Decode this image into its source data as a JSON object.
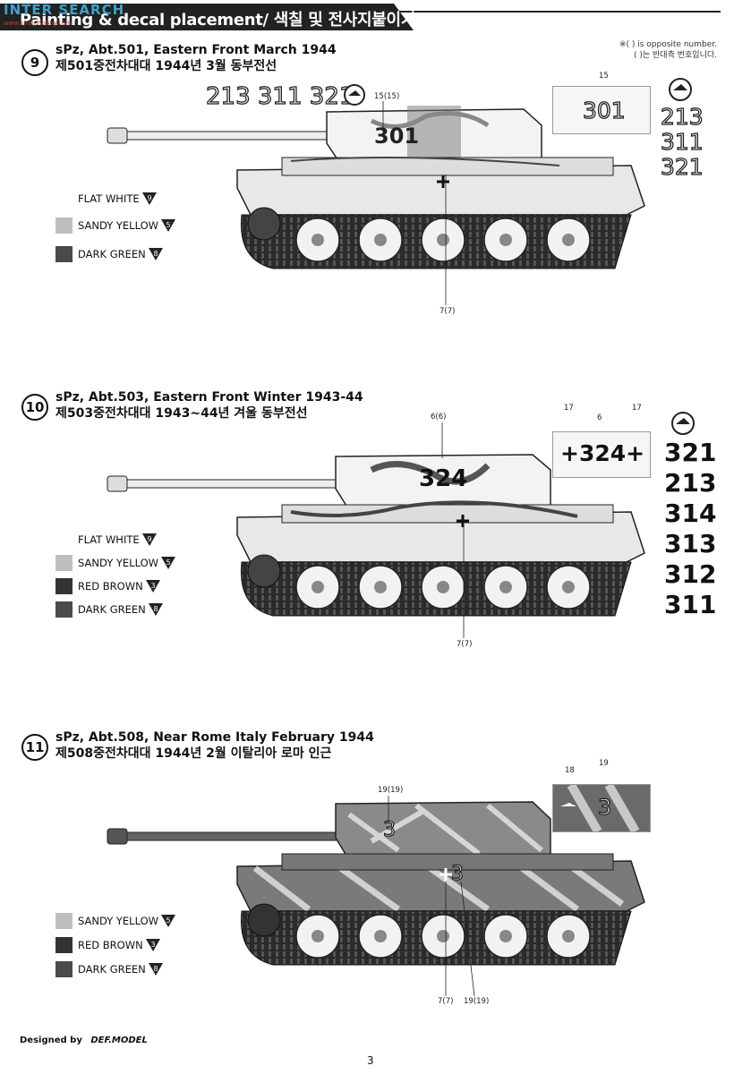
{
  "header": {
    "title": "Painting & decal placement/ 색칠 및 전사지붙이기",
    "watermark": "INTER SEARCH",
    "watermark_sub": "www.shan-hobby.com"
  },
  "note": {
    "en": "※( ) is opposite number.",
    "ko": "( )는 반대측 번호입니다."
  },
  "sections": [
    {
      "number": "9",
      "title_en": "sPz, Abt.501,  Eastern Front March 1944",
      "title_ko": "제501중전차대대 1944년 3월 동부전선",
      "legend": [
        {
          "label": "FLAT WHITE",
          "code": "9",
          "color": "#ffffff"
        },
        {
          "label": "SANDY YELLOW",
          "code": "5",
          "color": "#bdbdbd"
        },
        {
          "label": "DARK GREEN",
          "code": "8",
          "color": "#4a4a4a"
        }
      ],
      "turret_numbers": "213 311 321",
      "hull_number": "301",
      "decal_box_number": "301",
      "decal_box_label": "15",
      "side_numbers": [
        "213",
        "311",
        "321"
      ],
      "callouts": [
        "15(15)",
        "7(7)"
      ]
    },
    {
      "number": "10",
      "title_en": "sPz, Abt.503, Eastern Front Winter 1943-44",
      "title_ko": "제503중전차대대 1943~44년 겨울 동부전선",
      "legend": [
        {
          "label": "FLAT WHITE",
          "code": "9",
          "color": "#ffffff"
        },
        {
          "label": "SANDY YELLOW",
          "code": "5",
          "color": "#bdbdbd"
        },
        {
          "label": "RED BROWN",
          "code": "3",
          "color": "#333333"
        },
        {
          "label": "DARK GREEN",
          "code": "8",
          "color": "#4a4a4a"
        }
      ],
      "hull_number": "324",
      "decal_box_text": "+324+",
      "decal_box_labels": [
        "17",
        "6",
        "17"
      ],
      "side_numbers": [
        "321",
        "213",
        "314",
        "313",
        "312",
        "311"
      ],
      "callouts": [
        "6(6)",
        "7(7)"
      ]
    },
    {
      "number": "11",
      "title_en": "sPz, Abt.508, Near Rome Italy February 1944",
      "title_ko": "제508중전차대대 1944년 2월 이탈리아 로마 인근",
      "legend": [
        {
          "label": "SANDY YELLOW",
          "code": "5",
          "color": "#bdbdbd"
        },
        {
          "label": "RED BROWN",
          "code": "3",
          "color": "#333333"
        },
        {
          "label": "DARK GREEN",
          "code": "8",
          "color": "#4a4a4a"
        }
      ],
      "hull_number": "3",
      "decal_box_labels": [
        "18",
        "19"
      ],
      "decal_box_number": "3",
      "callouts": [
        "19(19)",
        "7(7)",
        "19(19)"
      ]
    }
  ],
  "footer": {
    "designed_by": "Designed by",
    "brand": "DEF.MODEL",
    "page": "3"
  }
}
